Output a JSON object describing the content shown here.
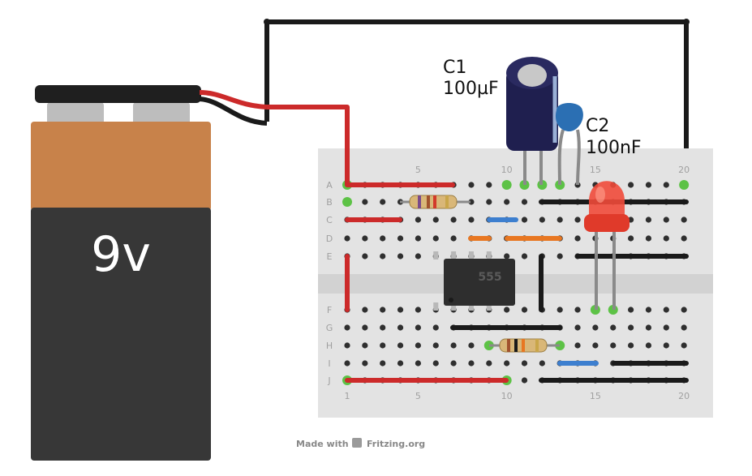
{
  "battery": {
    "label": "9v",
    "colors": {
      "top": "#c8824a",
      "body": "#373737",
      "cap": "#1f1f1f",
      "terminal": "#bdbdbd"
    }
  },
  "capacitors": [
    {
      "name": "C1",
      "value": "100µF",
      "color": "#1f1f4f"
    },
    {
      "name": "C2",
      "value": "100nF",
      "color": "#2b6fb3"
    }
  ],
  "chip": {
    "label": "555"
  },
  "breadboard": {
    "row_letters_top": [
      "A",
      "B",
      "C",
      "D",
      "E"
    ],
    "row_letters_bottom": [
      "F",
      "G",
      "H",
      "I",
      "J"
    ],
    "top_col_numbers": [
      "5",
      "10",
      "15",
      "20"
    ],
    "bottom_col_numbers": [
      "1",
      "5",
      "10",
      "15",
      "20"
    ],
    "colors": {
      "board": "#e3e3e3",
      "hole": "#2f2f2f",
      "active_hole": "#5dc246"
    }
  },
  "wires": {
    "red": "#cc2a2a",
    "black": "#1a1a1a",
    "blue": "#3d7fcf",
    "orange": "#e87722"
  },
  "led": {
    "color": "#f04a3a"
  },
  "footer": {
    "made_with": "Made with",
    "brand": "Fritzing.org"
  }
}
